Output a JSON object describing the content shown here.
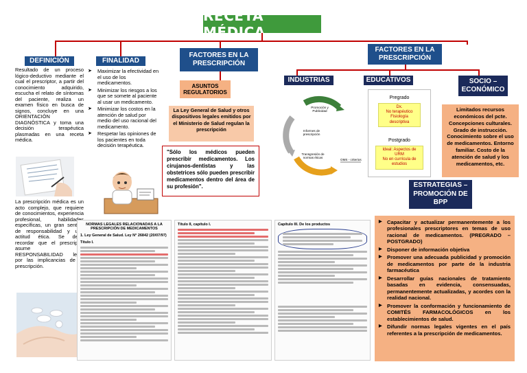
{
  "title": "RECETA MÉDICA",
  "definicion": {
    "header": "DEFINICIÓN",
    "text": "Resultado de un proceso lógico-deductivo mediante el cual el prescriptor, a partir del conocimiento adquirido, escucha el relato de síntomas del paciente, realiza un examen físico en busca de signos, concluye en una ORIENTACIÓN DIAGNÓSTICA y toma una decisión terapéutica plasmadas en una receta médica.",
    "text2": "La prescripción médica es un acto complejo, que requiere de conocimientos, experiencia profesional, habilidades específicas, un gran sentido de responsabilidad y una actitud ética. Se debe recordar que el prescriptor asume la RESPONSABILIDAD legal por las implicancias de la prescripción."
  },
  "finalidad": {
    "header": "FINALIDAD",
    "items": [
      "Maximizar la efectividad en el uso de los medicamentos.",
      "Minimizar los riesgos a los que se somete al paciente al usar un medicamento.",
      "Minimizar los costos en la atención de salud por medio del uso racional del medicamento.",
      "Respetar las opiniones de los pacientes en toda decisión terapéutica."
    ]
  },
  "factores_left": {
    "header": "FACTORES EN LA PRESCRIPCIÓN",
    "sub": "ASUNTOS REGULATORIOS",
    "law": "La Ley General de Salud y otros dispositivos legales emitidos por el Ministerio de Salud regulan la prescripción",
    "quote": "\"Sólo los médicos pueden prescribir medicamentos. Los cirujanos-dentistas y las obstetrices sólo pueden prescribir medicamentos dentro del área de su profesión\"."
  },
  "factores_right": {
    "header": "FACTORES EN LA PRESCRIPCIÓN",
    "industrias": {
      "header": "INDUSTRIAS",
      "cycle": [
        "Promoción y Publicidad",
        "Informes de prescripción",
        "Transgresión de normas éticas",
        "OMS - criterios"
      ]
    },
    "educativos": {
      "header": "EDUCATIVOS",
      "pregrado": "Pregrado",
      "pregrado_items": [
        "Dx.",
        "No terapéutico",
        "Fisiología descriptiva"
      ],
      "postgrado": "Postgrado",
      "postgrado_items": [
        "Ideal: Aspectos de URM",
        "No en currícula de estudios"
      ]
    },
    "socio": {
      "header": "SOCIO – ECONÓMICO",
      "text": "Limitados recursos económicos del pcte. Concepciones culturales. Grado de instrucción. Conocimiento sobre el uso de medicamentos. Entorno familiar. Costo de la atención de salud y los medicamentos, etc."
    }
  },
  "estrategias": {
    "header": "ESTRATEGIAS – PROMOCIÓN DE BPP",
    "items": [
      "Capacitar y actualizar permanentemente a los profesionales prescriptores en temas de uso racional de medicamentos. (PREGRADO – POSTGRADO)",
      "Disponer de información objetiva",
      "Promover una adecuada publicidad y promoción de medicamentos por parte de la industria farmacéutica",
      "Desarrollar guías nacionales de tratamiento basadas en evidencia, consensuadas, permanentemente actualizadas, y acordes con la realidad nacional.",
      "Promover la conformación y funcionamiento de COMITÉS FARMACOLÓGICOS en los establecimientos de salud.",
      "Difundir normas legales vigentes en el país referentes a la prescripción de medicamentos."
    ]
  },
  "documents": {
    "doc1_title": "NORMAS LEGALES RELACIONADAS A LA PRESCRIPCIÓN DE MEDICAMENTOS",
    "doc1_sub": "1. Ley General de Salud. Ley N° 26842 (20/07/97)",
    "doc1_titulo": "Título I.",
    "doc2_title": "Título II, capítulo I.",
    "doc3_title": "Capítulo III. De los productos"
  },
  "colors": {
    "header_blue": "#1f4f8b",
    "title_green": "#3f9a3c",
    "connector_red": "#c00000",
    "orange": "#f5b183"
  }
}
